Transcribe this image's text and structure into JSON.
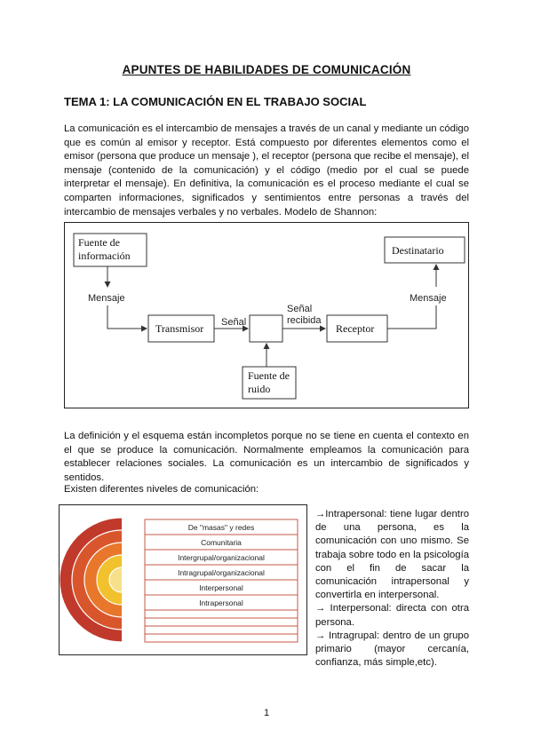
{
  "document": {
    "title": "APUNTES DE HABILIDADES DE COMUNICACIÓN",
    "section_heading": "TEMA 1: LA COMUNICACIÓN EN EL TRABAJO SOCIAL",
    "paragraph_1": "La comunicación es el intercambio de mensajes a través de un canal y mediante un código que es común al emisor y receptor. Está compuesto por diferentes elementos como el emisor (persona que produce un mensaje ), el receptor (persona que recibe el mensaje), el mensaje (contenido de la comunicación) y el código (medio por el cual se puede interpretar el mensaje). En definitiva, la comunicación es el proceso mediante el cual se comparten informaciones, significados y sentimientos entre personas a través del intercambio de mensajes verbales y no verbales. Modelo de Shannon:",
    "paragraph_2": "La definición y el esquema están incompletos porque no se tiene en cuenta el contexto en el que se produce la comunicación. Normalmente empleamos la comunicación para establecer relaciones sociales. La comunicación es un intercambio de significados y sentidos.",
    "paragraph_3": "Existen diferentes niveles de comunicación:",
    "page_number": "1"
  },
  "shannon_diagram": {
    "source": [
      "Fuente de",
      "información"
    ],
    "transmitter": "Transmisor",
    "receiver": "Receptor",
    "destination": "Destinatario",
    "noise_source": [
      "Fuente de",
      "ruido"
    ],
    "message_left": "Mensaje",
    "message_right": "Mensaje",
    "signal": "Señal",
    "received_signal": [
      "Señal",
      "recibida"
    ]
  },
  "levels_diagram": {
    "bands": [
      "De \"masas\" y redes",
      "Comunitaria",
      "Intergrupal/organizacional",
      "Intragrupal/organizacional",
      "Interpersonal",
      "Intrapersonal"
    ],
    "colors": {
      "outer": "#c0392b",
      "middle": "#e8762b",
      "inner": "#f2c12e",
      "center": "#f7e08a",
      "line": "#c45a4a"
    }
  },
  "side_notes": {
    "intrapersonal": "→Intrapersonal: tiene lugar dentro de una persona, es la comunicación con uno mismo. Se trabaja sobre todo en la psicología con el fin de sacar la comunicación intrapersonal y convertirla en interpersonal.",
    "interpersonal": "→ Interpersonal: directa con otra persona.",
    "intragrupal": "→ Intragrupal: dentro de un grupo primario (mayor cercanía, confianza, más simple,etc)."
  }
}
